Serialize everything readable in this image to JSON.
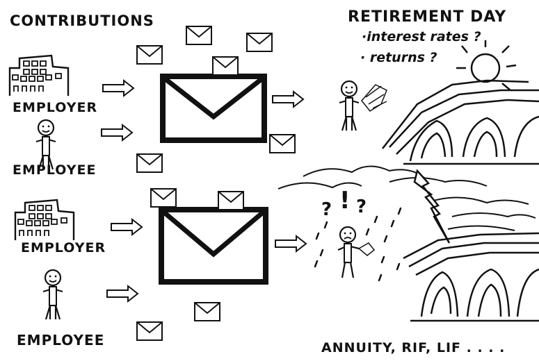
{
  "title_left": "CONTRIBUTIONS",
  "title_right": "RETIREMENT DAY",
  "questions": [
    "·interest rates ?",
    "· returns ?"
  ],
  "labels": {
    "employer": "EMPLOYER",
    "employee": "EMPLOYEE"
  },
  "footer": "ANNUITY, RIF, LIF . . . ."
}
